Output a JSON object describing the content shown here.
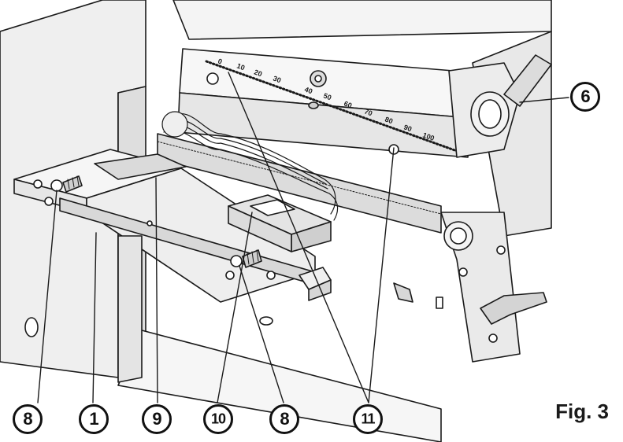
{
  "figure_label": "Fig. 3",
  "callouts": {
    "c6": "6",
    "c8a": "8",
    "c1": "1",
    "c9": "9",
    "c10": "10",
    "c8b": "8",
    "c11": "11"
  },
  "scale_ticks": [
    "0",
    "10",
    "20",
    "30",
    "40",
    "50",
    "60",
    "70",
    "80",
    "90",
    "100"
  ],
  "colors": {
    "line": "#1a1a1a",
    "fill_light": "#f2f2f2",
    "fill_mid": "#e2e2e2",
    "fill_dark": "#cfcfcf"
  }
}
